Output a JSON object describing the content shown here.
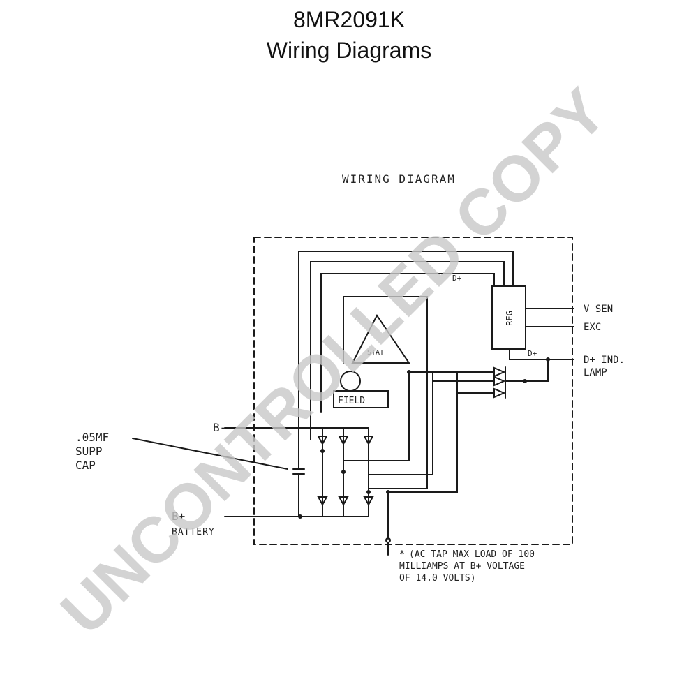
{
  "header": {
    "part_number": "8MR2091K",
    "subtitle": "Wiring Diagrams"
  },
  "diagram": {
    "title": "WIRING DIAGRAM",
    "labels": {
      "b_minus": "B-",
      "cap_line1": ".05MF",
      "cap_line2": "SUPP",
      "cap_line3": "CAP",
      "b_plus": "B+",
      "battery": "BATTERY",
      "v_sen": "V SEN",
      "exc": "EXC",
      "d_plus_ind_line1": "D+ IND.",
      "d_plus_ind_line2": "LAMP",
      "d_plus_small": "D+",
      "d_plus_top": "D+",
      "reg": "REG",
      "field": "FIELD",
      "stator": "STAT",
      "ac_tap_marker": "*",
      "ac_tap_line1": "(AC TAP MAX LOAD OF 100",
      "ac_tap_line2": "MILLIAMPS AT B+ VOLTAGE",
      "ac_tap_line3": "OF 14.0 VOLTS)"
    }
  },
  "watermark": {
    "text": "UNCONTROLLED COPY",
    "color": "#c8c8c8"
  },
  "colors": {
    "ink": "#1a1a1a",
    "frame": "#9a9a9a"
  }
}
